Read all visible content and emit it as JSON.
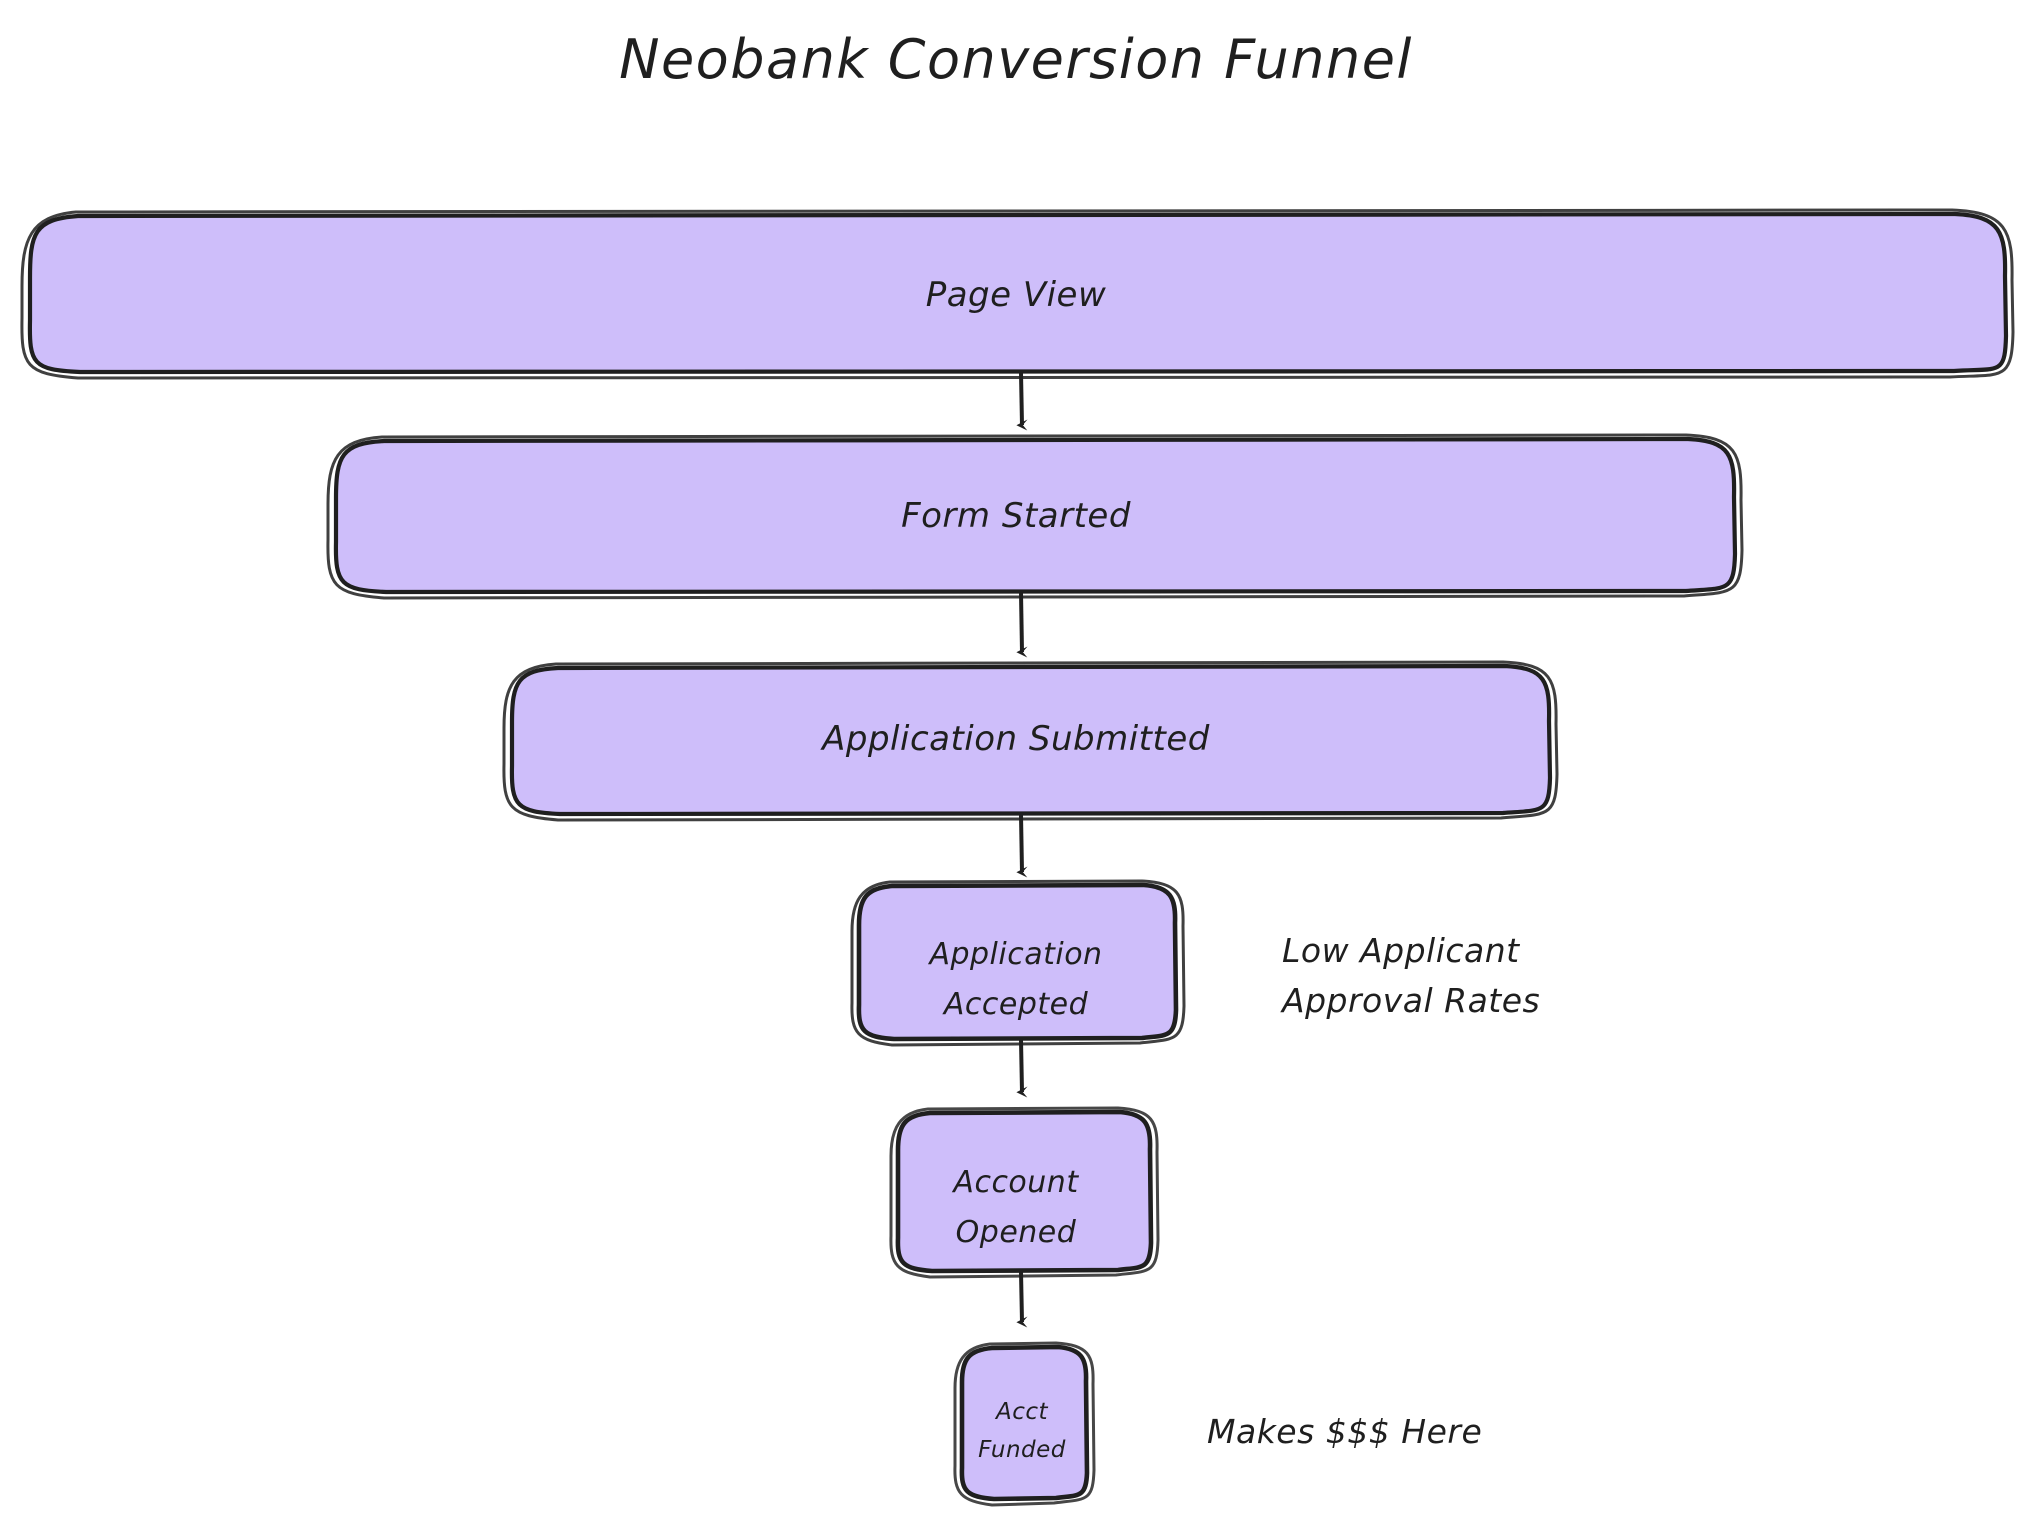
{
  "diagram": {
    "title": "Neobank Conversion Funnel",
    "type": "flowchart-funnel",
    "background_color": "#ffffff",
    "node_fill_color": "#cebefa",
    "node_stroke_color": "#1f1f1f",
    "text_color": "#1f1f1f",
    "style": "hand-drawn",
    "nodes": [
      {
        "id": "page-view",
        "label": "Page View",
        "label_lines": [
          "Page View"
        ],
        "width_rank": 1
      },
      {
        "id": "form-started",
        "label": "Form Started",
        "label_lines": [
          "Form Started"
        ],
        "width_rank": 2
      },
      {
        "id": "application-submitted",
        "label": "Application Submitted",
        "label_lines": [
          "Application Submitted"
        ],
        "width_rank": 3
      },
      {
        "id": "application-accepted",
        "label": "Application Accepted",
        "label_lines": [
          "Application",
          "Accepted"
        ],
        "width_rank": 4
      },
      {
        "id": "account-opened",
        "label": "Account Opened",
        "label_lines": [
          "Account",
          "Opened"
        ],
        "width_rank": 5
      },
      {
        "id": "acct-funded",
        "label": "Acct Funded",
        "label_lines": [
          "Acct",
          "Funded"
        ],
        "width_rank": 6
      }
    ],
    "edges": [
      {
        "from": "page-view",
        "to": "form-started"
      },
      {
        "from": "form-started",
        "to": "application-submitted"
      },
      {
        "from": "application-submitted",
        "to": "application-accepted"
      },
      {
        "from": "application-accepted",
        "to": "account-opened"
      },
      {
        "from": "account-opened",
        "to": "acct-funded"
      }
    ],
    "annotations": [
      {
        "id": "low-approval",
        "text": "Low Applicant Approval Rates",
        "lines": [
          "Low Applicant",
          "Approval Rates"
        ],
        "attached_to": "application-accepted"
      },
      {
        "id": "makes-money",
        "text": "Makes $$$ Here",
        "lines": [
          "Makes $$$ Here"
        ],
        "attached_to": "acct-funded"
      }
    ]
  }
}
